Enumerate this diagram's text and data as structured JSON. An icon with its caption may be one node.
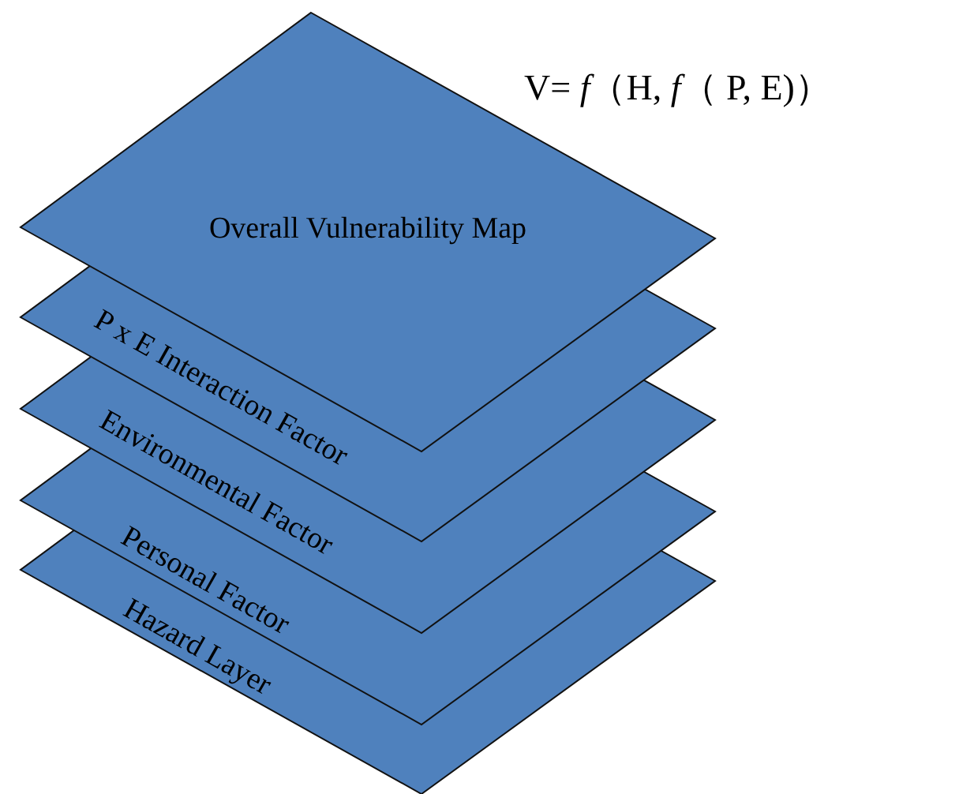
{
  "diagram": {
    "nodes": [
      {
        "text": [
          "Overall Vulnerability Map"
        ]
      },
      {
        "text": [
          "P x E Interaction Factor"
        ]
      },
      {
        "text": [
          "Environmental Factor"
        ]
      },
      {
        "text": [
          "Personal Factor"
        ]
      },
      {
        "text": [
          "Hazard Layer"
        ]
      }
    ],
    "labels": [
      "V= *f*（H, *f*（ P, E)）"
    ]
  }
}
